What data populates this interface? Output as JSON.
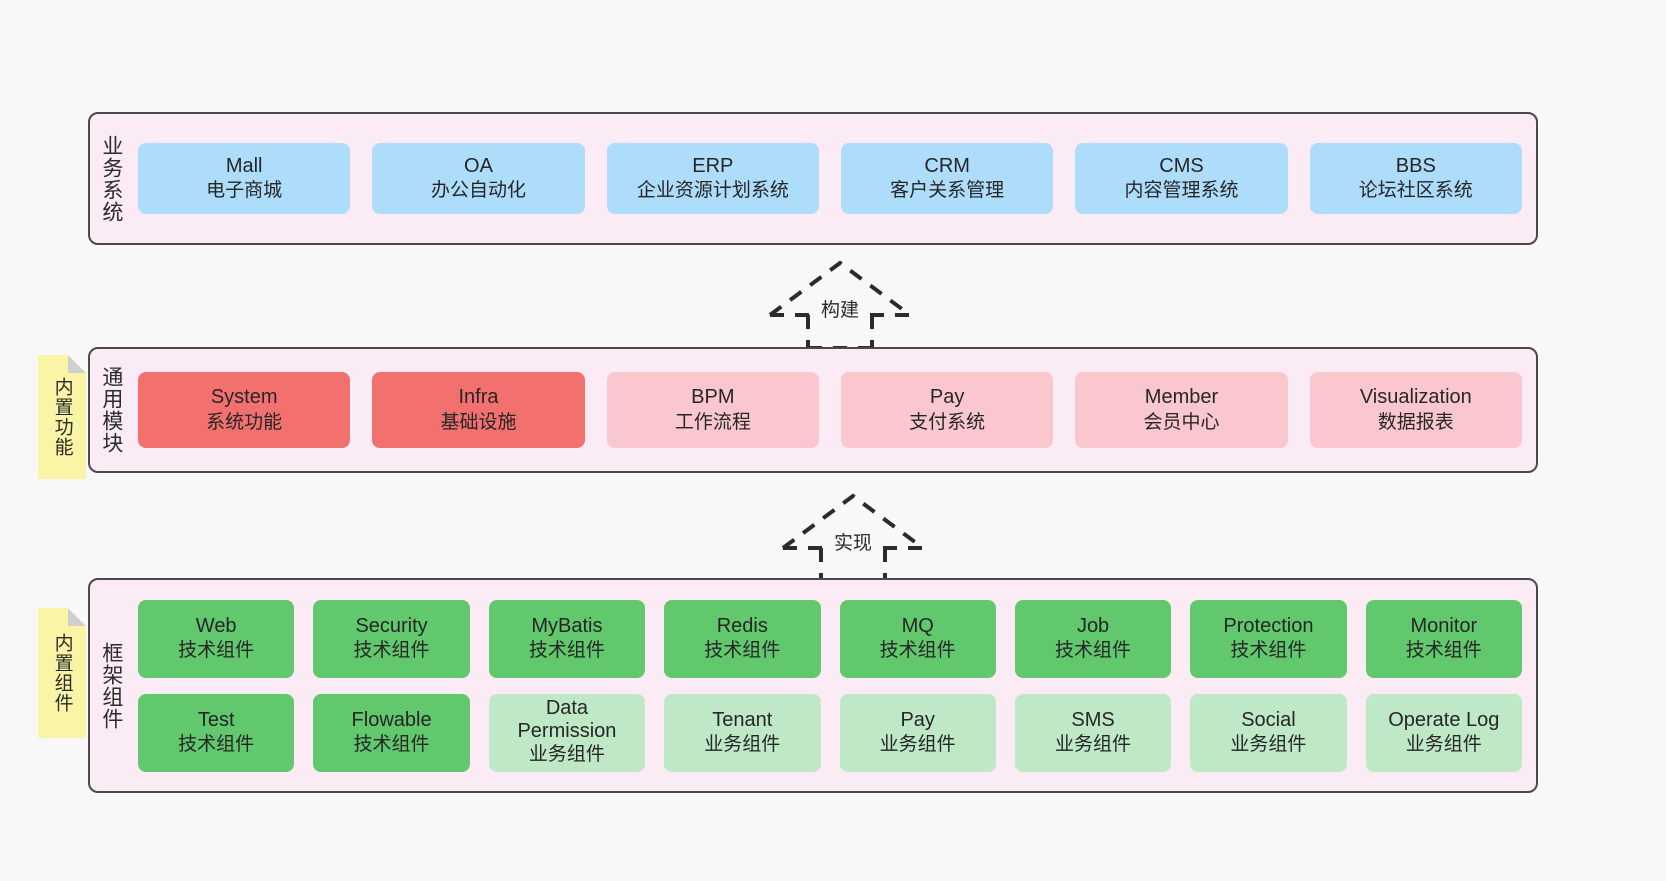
{
  "diagram": {
    "background": "#F8F8F8",
    "colors": {
      "layer_fill": "#FAEBF4",
      "layer_border": "#4A4A4A",
      "note_fill": "#FAF5A6",
      "blue": "#AEDCFB",
      "red": "#F2716F",
      "pink": "#FAC7CF",
      "green": "#62C86E",
      "light_green": "#BFE8C6"
    },
    "layers": [
      {
        "id": "business",
        "label": "业务系统",
        "rows": [
          [
            {
              "title": "Mall",
              "sub": "电子商城",
              "color": "blue"
            },
            {
              "title": "OA",
              "sub": "办公自动化",
              "color": "blue"
            },
            {
              "title": "ERP",
              "sub": "企业资源计划系统",
              "color": "blue"
            },
            {
              "title": "CRM",
              "sub": "客户关系管理",
              "color": "blue"
            },
            {
              "title": "CMS",
              "sub": "内容管理系统",
              "color": "blue"
            },
            {
              "title": "BBS",
              "sub": "论坛社区系统",
              "color": "blue"
            }
          ]
        ]
      },
      {
        "id": "common",
        "label": "通用模块",
        "note": "内置功能",
        "rows": [
          [
            {
              "title": "System",
              "sub": "系统功能",
              "color": "red"
            },
            {
              "title": "Infra",
              "sub": "基础设施",
              "color": "red"
            },
            {
              "title": "BPM",
              "sub": "工作流程",
              "color": "pink"
            },
            {
              "title": "Pay",
              "sub": "支付系统",
              "color": "pink"
            },
            {
              "title": "Member",
              "sub": "会员中心",
              "color": "pink"
            },
            {
              "title": "Visualization",
              "sub": "数据报表",
              "color": "pink"
            }
          ]
        ]
      },
      {
        "id": "framework",
        "label": "框架组件",
        "note": "内置组件",
        "rows": [
          [
            {
              "title": "Web",
              "sub": "技术组件",
              "color": "green"
            },
            {
              "title": "Security",
              "sub": "技术组件",
              "color": "green"
            },
            {
              "title": "MyBatis",
              "sub": "技术组件",
              "color": "green"
            },
            {
              "title": "Redis",
              "sub": "技术组件",
              "color": "green"
            },
            {
              "title": "MQ",
              "sub": "技术组件",
              "color": "green"
            },
            {
              "title": "Job",
              "sub": "技术组件",
              "color": "green"
            },
            {
              "title": "Protection",
              "sub": "技术组件",
              "color": "green"
            },
            {
              "title": "Monitor",
              "sub": "技术组件",
              "color": "green"
            }
          ],
          [
            {
              "title": "Test",
              "sub": "技术组件",
              "color": "green"
            },
            {
              "title": "Flowable",
              "sub": "技术组件",
              "color": "green"
            },
            {
              "title": "Data Permission",
              "sub": "业务组件",
              "color": "light_green"
            },
            {
              "title": "Tenant",
              "sub": "业务组件",
              "color": "light_green"
            },
            {
              "title": "Pay",
              "sub": "业务组件",
              "color": "light_green"
            },
            {
              "title": "SMS",
              "sub": "业务组件",
              "color": "light_green"
            },
            {
              "title": "Social",
              "sub": "业务组件",
              "color": "light_green"
            },
            {
              "title": "Operate Log",
              "sub": "业务组件",
              "color": "light_green"
            }
          ]
        ]
      }
    ],
    "arrows": [
      {
        "id": "build",
        "label": "构建"
      },
      {
        "id": "implement",
        "label": "实现"
      }
    ]
  }
}
